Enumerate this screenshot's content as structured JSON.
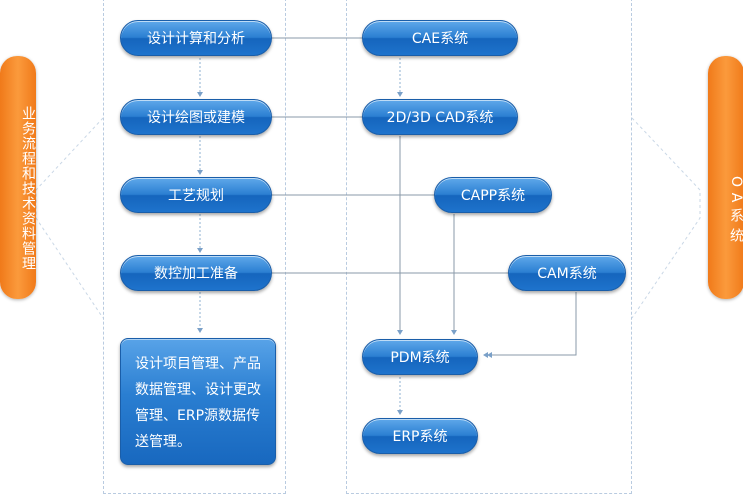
{
  "left_side_label": "业务流程和技术资料管理",
  "right_side_label": "OA系统",
  "process_steps": {
    "design_analysis": "设计计算和分析",
    "modeling": "设计绘图或建模",
    "process_planning": "工艺规划",
    "nc_prep": "数控加工准备",
    "management_text": "设计项目管理、产品数据管理、设计更改管理、ERP源数据传送管理。"
  },
  "systems": {
    "cae": "CAE系统",
    "cad": "2D/3D CAD系统",
    "capp": "CAPP系统",
    "cam": "CAM系统",
    "pdm": "PDM系统",
    "erp": "ERP系统"
  },
  "colors": {
    "pill_blue": "#1e73cc",
    "side_orange": "#f48526",
    "connector_gray": "#8a9aa8",
    "dashed_border": "#b9cbe0"
  }
}
